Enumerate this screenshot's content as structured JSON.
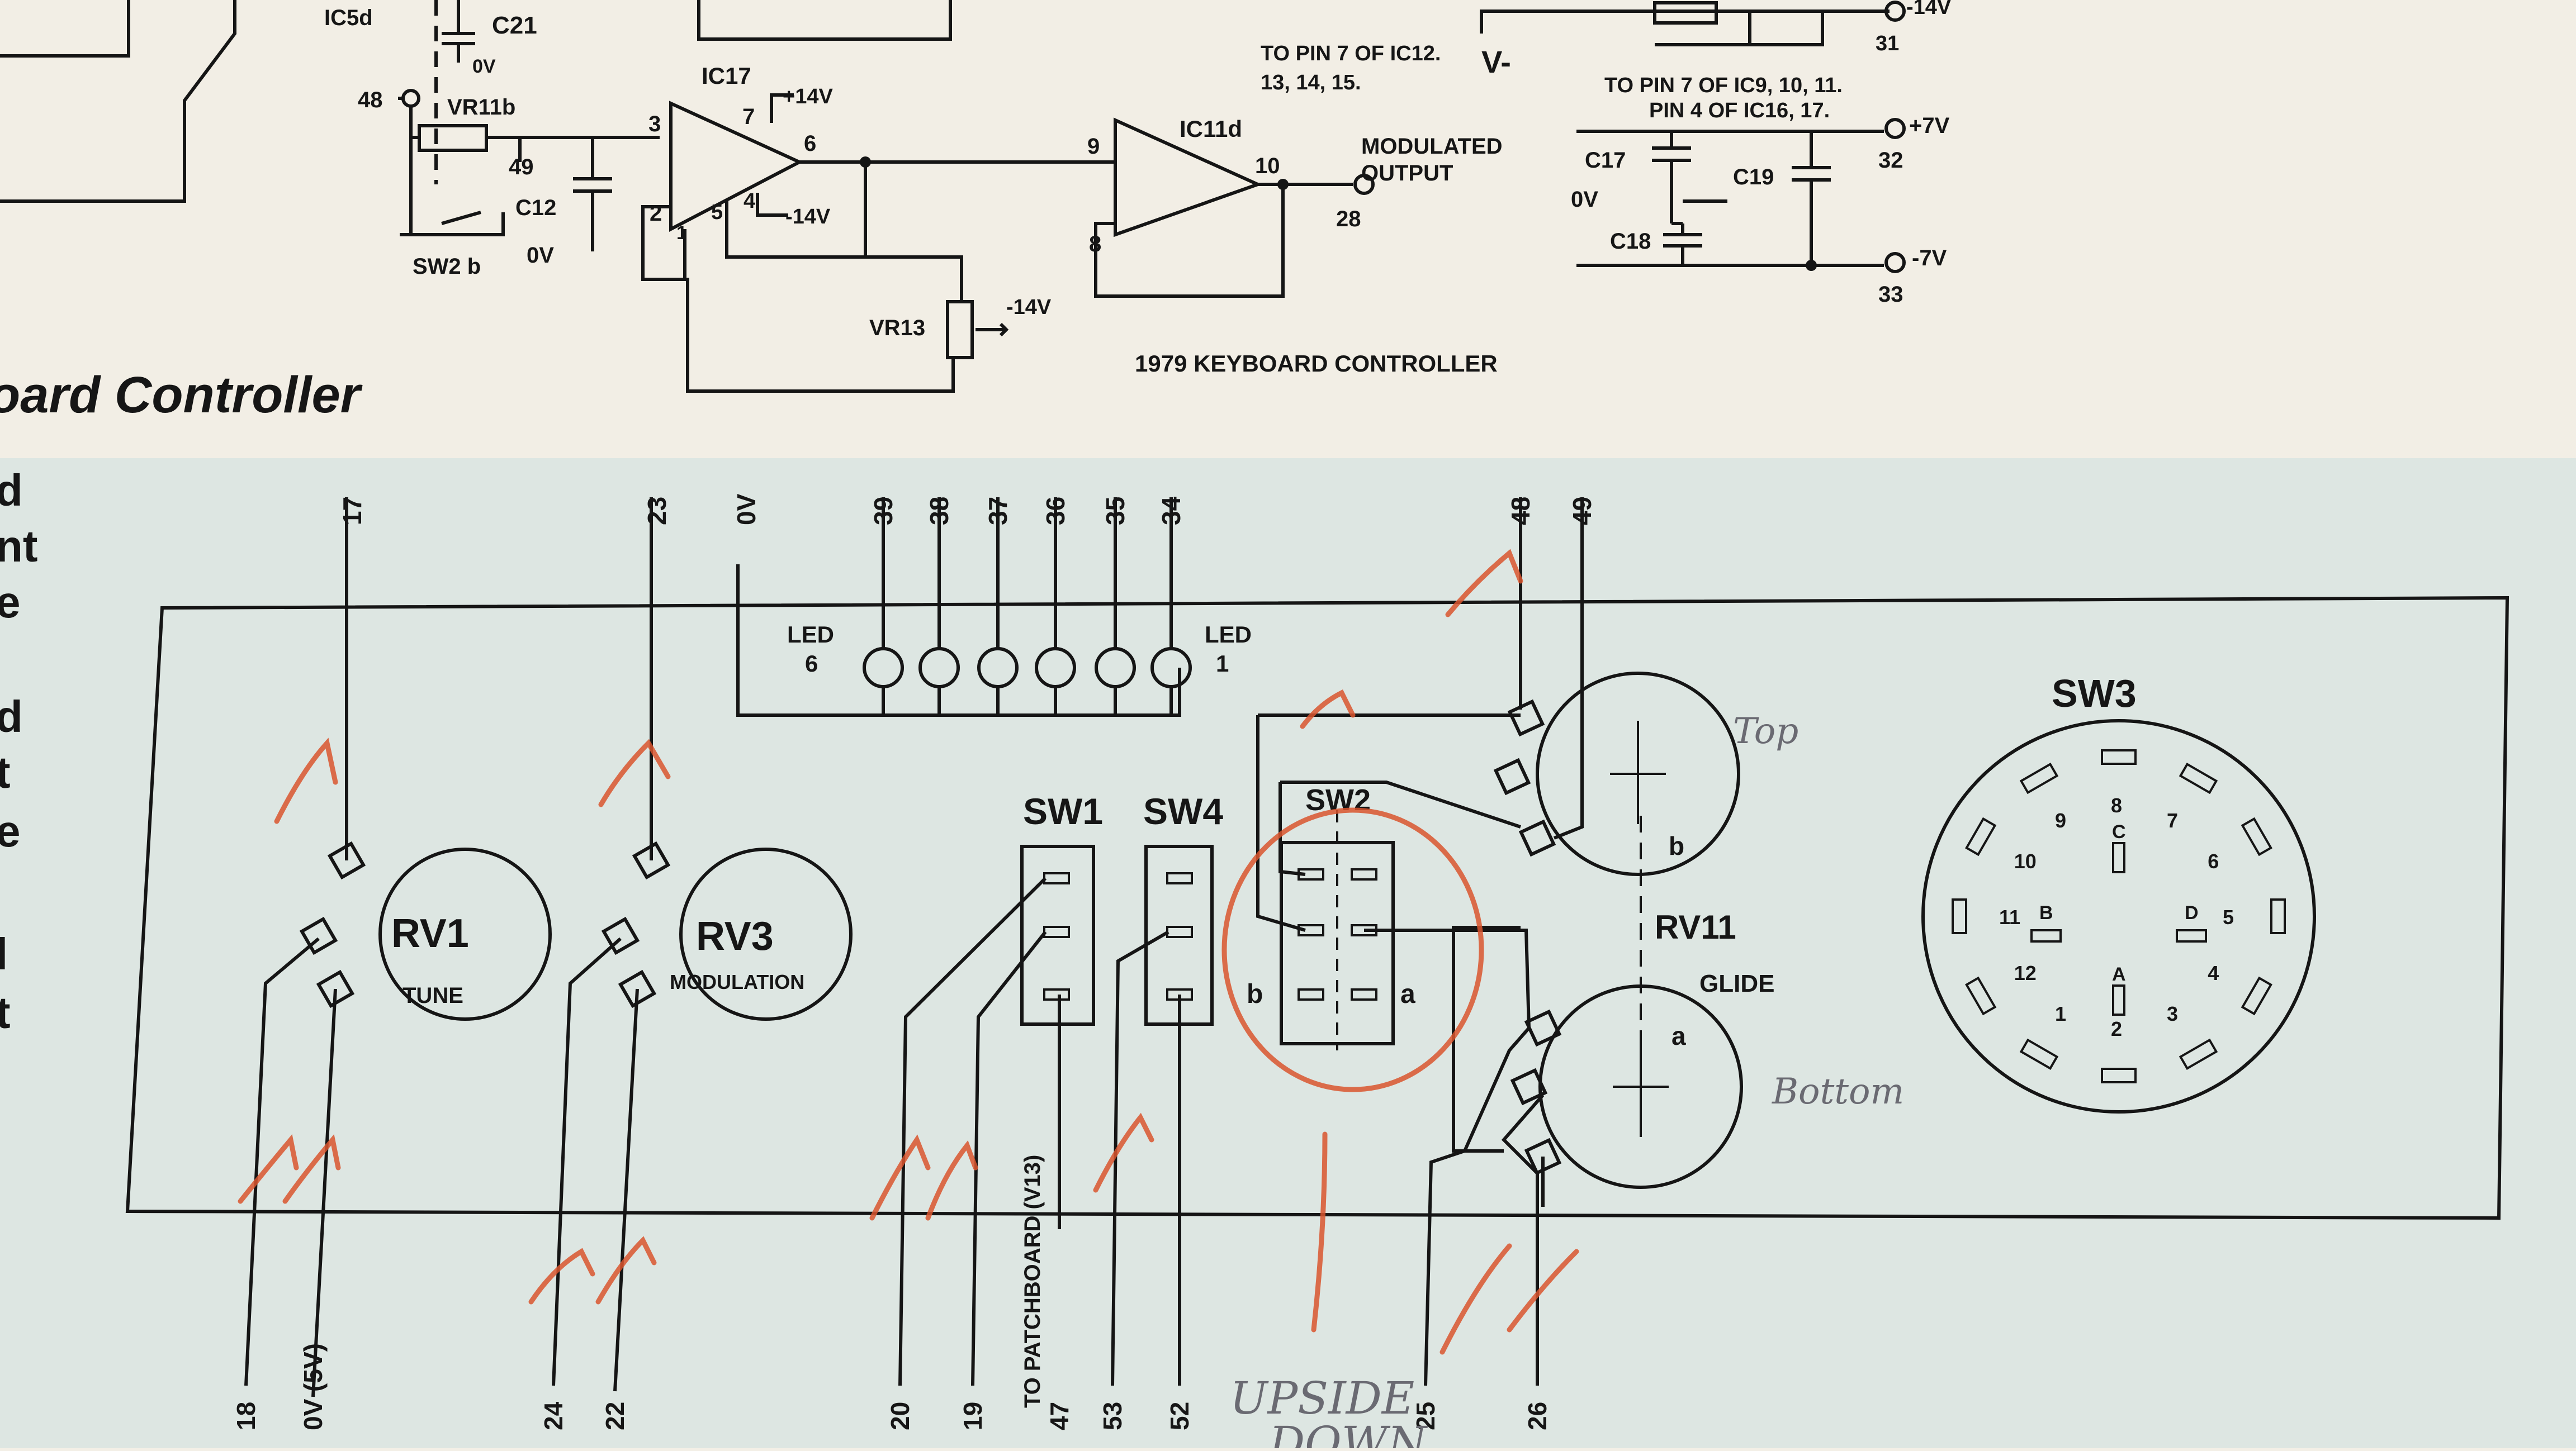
{
  "colors": {
    "paper_top": "#f2eee5",
    "paper_bottom": "#dde6e2",
    "ink": "#151515",
    "red_pencil": "#d9552e",
    "pencil": "#6a6a72"
  },
  "schematic": {
    "ic15d": "IC5d",
    "c21": "C21",
    "c21_ov": "0V",
    "pin48": "48",
    "vr11b": "VR11b",
    "pin49": "49",
    "sw2b": "SW2 b",
    "c12": "C12",
    "c12_ov": "0V",
    "ic17": "IC17",
    "ic17_pin3": "3",
    "ic17_pin7": "7",
    "ic17_pin2": "2",
    "ic17_pin5": "5",
    "ic17_pin4": "4",
    "ic17_pin1": "1",
    "ic17_pin6": "6",
    "plus14v": "+14V",
    "minus14v_a": "-14V",
    "vr13": "VR13",
    "minus14v_b": "-14V",
    "ic11d": "IC11d",
    "ic11d_pin9": "9",
    "ic11d_pin8": "8",
    "ic11d_pin10": "10",
    "modulated_output": "MODULATED\nOUTPUT",
    "pin28": "28",
    "to_pin7_line1": "TO PIN 7 OF IC12.",
    "to_pin7_line2": "13, 14, 15.",
    "pencil_check": "V-",
    "rail_top_label": "-14V",
    "rail_top_pin": "31",
    "to_pin7_ic9_line1": "TO PIN 7 OF IC9, 10, 11.",
    "to_pin7_ic9_line2": "PIN 4 OF IC16, 17.",
    "plus7v": "+7V",
    "pin32": "32",
    "c17": "C17",
    "c17_ov": "0V",
    "c19": "C19",
    "c18": "C18",
    "minus7v": "-7V",
    "pin33": "33",
    "title": "1979 KEYBOARD CONTROLLER"
  },
  "article": {
    "heading": "oard Controller",
    "side_letters": [
      "d",
      "nt",
      "e",
      "d",
      "t",
      "e",
      "l",
      "t"
    ]
  },
  "panel": {
    "top_pins": [
      "17",
      "23",
      "0V",
      "39",
      "38",
      "37",
      "36",
      "35",
      "34",
      "48",
      "49"
    ],
    "bottom_pins": [
      "18",
      "0V (5V)",
      "24",
      "22",
      "20",
      "19",
      "47",
      "53",
      "52",
      "25",
      "26"
    ],
    "led_left": "LED\n6",
    "led_right": "LED\n1",
    "rv1": "RV1",
    "rv1_sub": "TUNE",
    "rv3": "RV3",
    "rv3_sub": "MODULATION",
    "sw1": "SW1",
    "sw4": "SW4",
    "sw2": "SW2",
    "sw2_b": "b",
    "sw2_a": "a",
    "to_patchboard": "TO PATCHBOARD (V13)",
    "rv11": "RV11",
    "glide": "GLIDE",
    "rv11_b": "b",
    "rv11_a": "a",
    "sw3": "SW3",
    "sw3_positions": [
      "1",
      "2",
      "3",
      "4",
      "5",
      "6",
      "7",
      "8",
      "9",
      "10",
      "11",
      "12"
    ],
    "sw3_inner": [
      "A",
      "B",
      "C",
      "D"
    ],
    "hand_top": "Top",
    "hand_bottom": "Bottom",
    "hand_upside": "UPSIDE\nDOWN"
  }
}
